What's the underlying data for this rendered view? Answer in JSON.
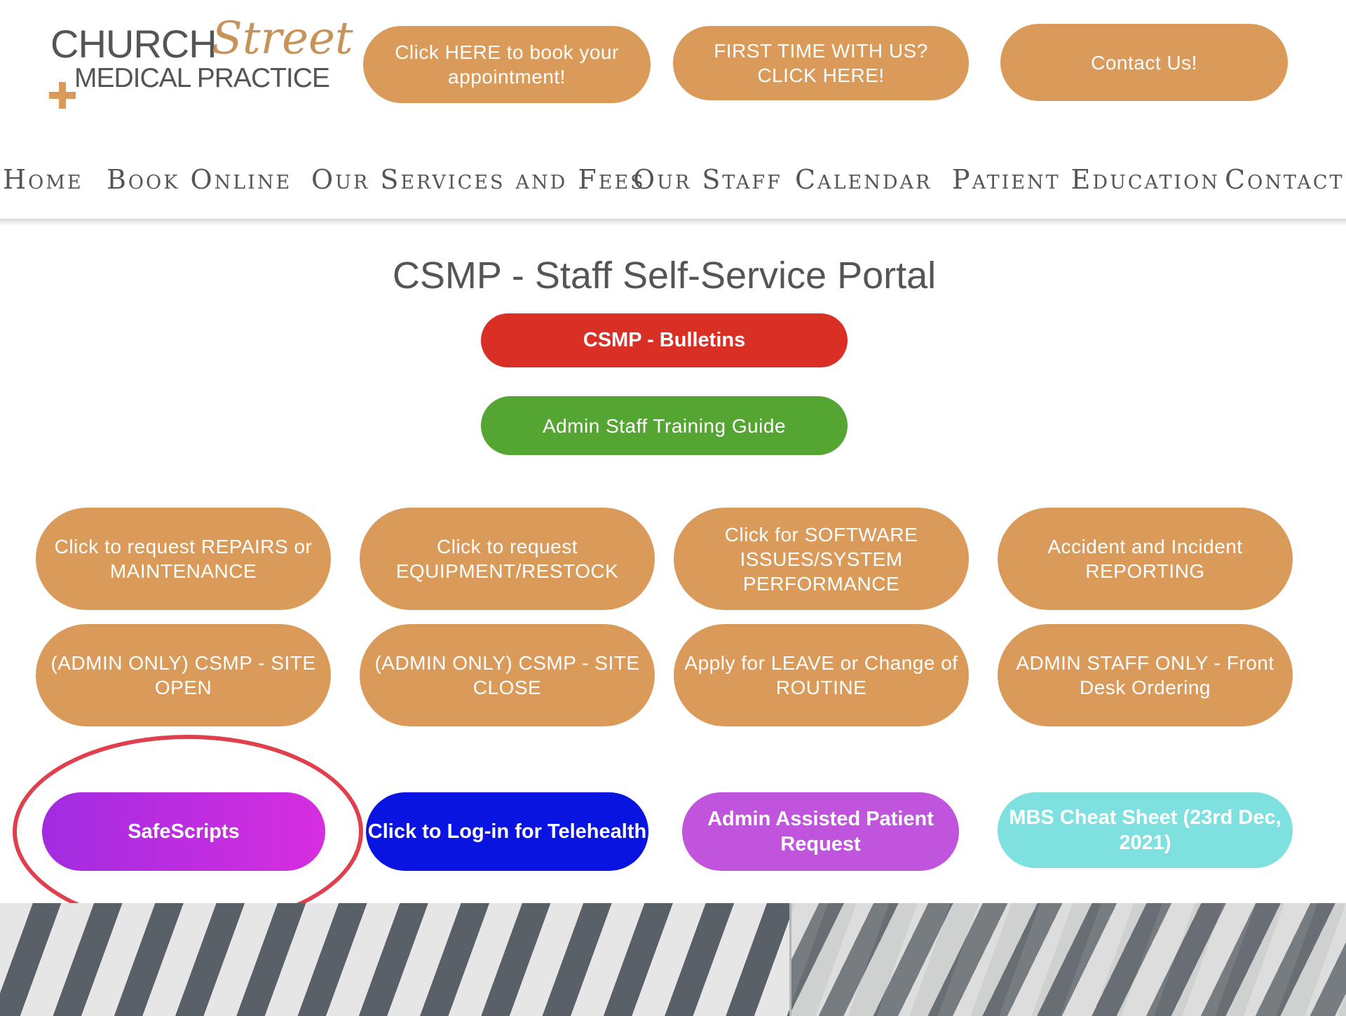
{
  "logo": {
    "line1": "CHURCH",
    "line1_script": "Street",
    "line2": "MEDICAL PRACTICE"
  },
  "header_buttons": {
    "book": "Click HERE to book your appointment!",
    "first_time": "FIRST TIME WITH US? CLICK HERE!",
    "contact": "Contact Us!"
  },
  "nav": [
    "Home",
    "Book Online",
    "Our Services and Fees",
    "Our Staff",
    "Calendar",
    "Patient Education",
    "Contact"
  ],
  "page_title": "CSMP - Staff Self-Service Portal",
  "primary_buttons": {
    "bulletins": "CSMP - Bulletins",
    "training": "Admin Staff Training Guide"
  },
  "grid": {
    "row1": [
      "Click to request REPAIRS or MAINTENANCE",
      "Click to request EQUIPMENT/RESTOCK",
      "Click for SOFTWARE ISSUES/SYSTEM PERFORMANCE",
      "Accident and Incident REPORTING"
    ],
    "row2": [
      "(ADMIN ONLY) CSMP - SITE OPEN",
      "(ADMIN ONLY) CSMP - SITE CLOSE",
      "Apply for LEAVE or Change of ROUTINE",
      "ADMIN STAFF ONLY - Front Desk Ordering"
    ]
  },
  "bottom_buttons": {
    "safescripts": "SafeScripts",
    "telehealth": "Click to Log-in for Telehealth",
    "patient_request": "Admin Assisted Patient Request",
    "mbs": "MBS Cheat Sheet (23rd Dec, 2021)"
  },
  "colors": {
    "orange": "#d99a5a",
    "bulletins_red": "#d93025",
    "training_green": "#55a532",
    "safescripts_purple": "#b02ee0",
    "telehealth_blue": "#0a14e0",
    "patient_request_purple": "#c054dd",
    "mbs_cyan": "#7fe0e0",
    "annotation_red": "#e0404d"
  }
}
